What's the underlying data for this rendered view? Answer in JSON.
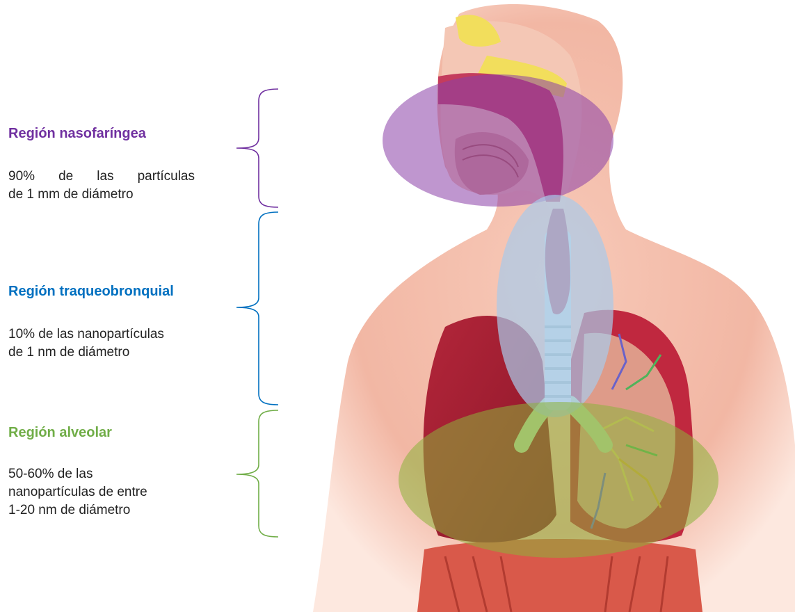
{
  "regions": [
    {
      "title": "Región nasofaríngea",
      "line1": "90% de las partículas",
      "line2": "de 1 mm de diámetro",
      "color": "#7030A0"
    },
    {
      "title": "Región traqueobronquial",
      "line1": "10% de las nanopartículas",
      "line2": "de 1 nm de diámetro",
      "color": "#0070C0"
    },
    {
      "title": "Región alveolar",
      "line1": "50-60% de las",
      "line2": "nanopartículas de entre",
      "line3": "1-20 nm de diámetro",
      "color": "#70AD47"
    }
  ],
  "overlay_colors": {
    "nasopharyngeal": "#8B3FA8",
    "tracheobronchial": "#A9CBEA",
    "alveolar": "#8DB33A"
  }
}
